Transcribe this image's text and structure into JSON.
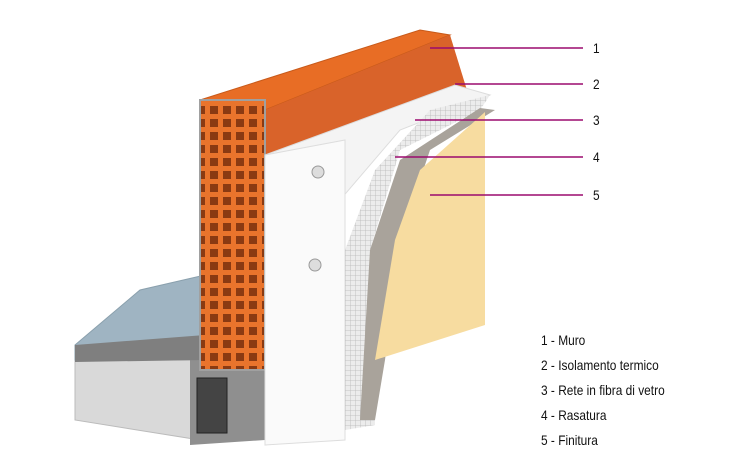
{
  "callouts": [
    {
      "number": "1"
    },
    {
      "number": "2"
    },
    {
      "number": "3"
    },
    {
      "number": "4"
    },
    {
      "number": "5"
    }
  ],
  "legend": [
    "1 - Muro",
    "2 - Isolamento termico",
    "3 - Rete in fibra di vetro",
    "4 - Rasatura",
    "5 - Finitura"
  ],
  "colors": {
    "callout_line": "#9b0a6e",
    "brick": "#e0702a",
    "insulation": "#f2f2f2",
    "render": "#a8a29a",
    "finish": "#f7dca0",
    "floor": "#9fb4c2"
  }
}
